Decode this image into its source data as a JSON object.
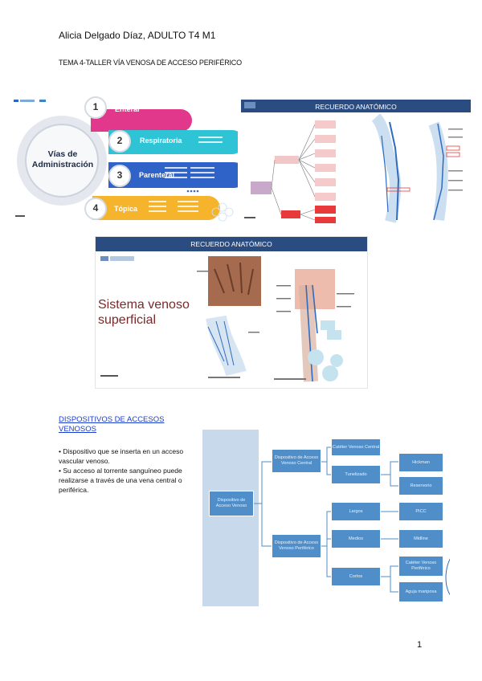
{
  "header": {
    "author_line": "Alicia Delgado Díaz, ADULTO T4 M1",
    "topic_line": "TEMA 4-TALLER VÍA VENOSA DE ACCESO PERIFÉRICO"
  },
  "slide_routes": {
    "center_title_line1": "Vías de",
    "center_title_line2": "Administración",
    "routes": [
      {
        "num": "1",
        "label": "Enteral"
      },
      {
        "num": "2",
        "label": "Respiratoria"
      },
      {
        "num": "3",
        "label": "Parenteral"
      },
      {
        "num": "4",
        "label": "Tópica"
      }
    ],
    "colors": {
      "enteral": "#e2388c",
      "respiratoria": "#2ec4d6",
      "parenteral": "#2f63c8",
      "topica": "#f6b42c"
    }
  },
  "slide_anat1": {
    "title": "RECUERDO ANATÓMICO"
  },
  "slide_anat2": {
    "title": "RECUERDO ANATÓMICO",
    "subtitle_line1": "Sistema venoso",
    "subtitle_line2": "superficial"
  },
  "section": {
    "title": "DISPOSITIVOS DE ACCESOS VENOSOS",
    "bullets": [
      "• Dispositivo que se inserta en un acceso vascular venoso.",
      "• Su acceso al torrente sanguíneo puede realizarse a través de una vena central o periférica."
    ]
  },
  "diagram": {
    "root": "Dispositivo de Acceso Venoso",
    "central": "Dispositivo de Acceso Venoso Central",
    "peripheral": "Dispositivo de Acceso Venoso Periférico",
    "cvc": "Catéter Venoso Central",
    "tunelizado": "Tunelizado",
    "hickman": "Hickman",
    "reservorio": "Reservorio",
    "largos": "Largos",
    "picc": "PICC",
    "medios": "Medios",
    "midline": "Midline",
    "cortos": "Cortos",
    "cvp": "Catéter Venoso Periférico",
    "mariposa": "Aguja mariposa"
  },
  "page_number": "1"
}
